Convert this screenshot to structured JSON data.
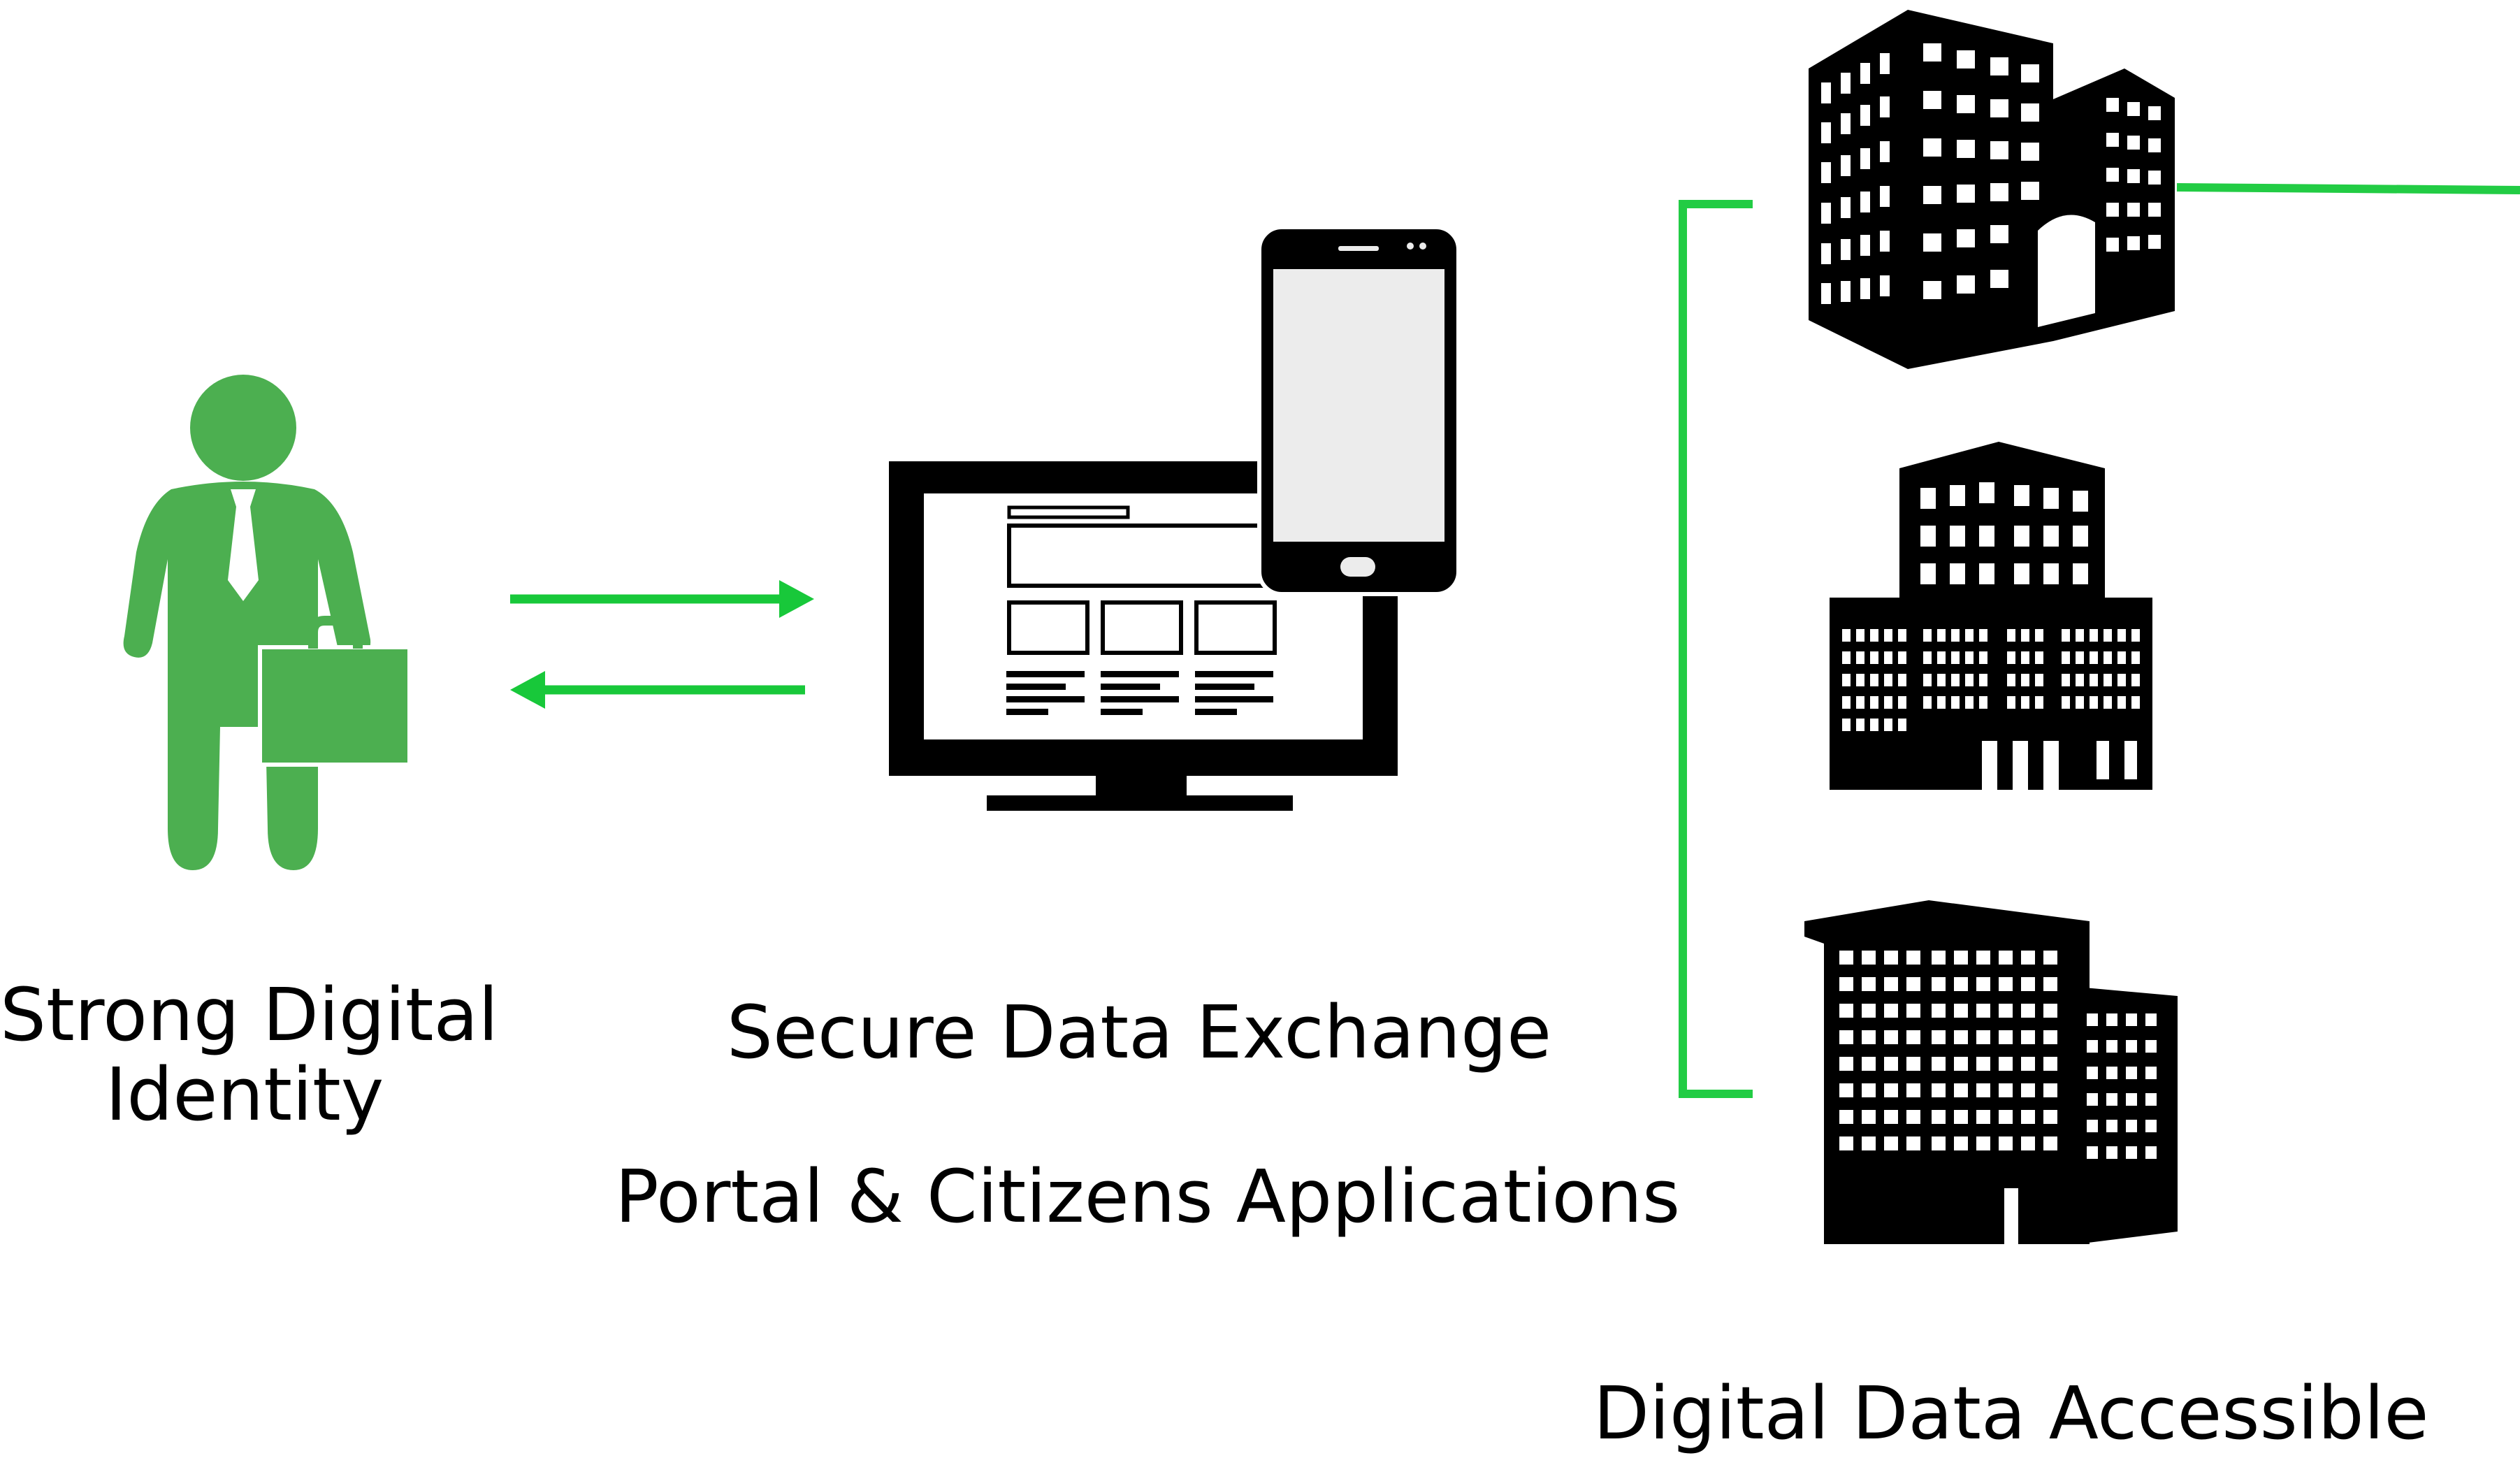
{
  "colors": {
    "person": "#4caf50",
    "arrows": "#18c83a",
    "connector": "#22cc44",
    "device": "#000000",
    "screen": "#ececec",
    "buildings": "#000000"
  },
  "icons": {
    "person": "businessman-with-briefcase-icon",
    "devices": "desktop-monitor-and-smartphone-icon",
    "building_top": "office-building-icon",
    "building_middle": "office-complex-icon",
    "building_bottom": "tower-building-icon"
  },
  "labels": {
    "identity_line1": "Strong Digital",
    "identity_line2": "Identity",
    "exchange": "Secure Data Exchange",
    "portal": "Portal & Citizens Applications",
    "accessible": "Digital Data Accessible"
  }
}
